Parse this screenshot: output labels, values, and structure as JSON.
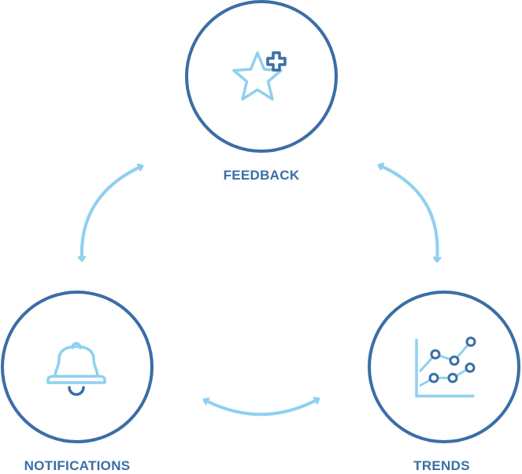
{
  "nodes": {
    "feedback": {
      "label": "FEEDBACK",
      "icon": "star-plus-icon"
    },
    "notifications": {
      "label": "NOTIFICATIONS",
      "icon": "bell-icon"
    },
    "trends": {
      "label": "TRENDS",
      "icon": "line-chart-icon"
    }
  },
  "colors": {
    "circle_stroke": "#3a6ea5",
    "icon_light": "#8fd0ef",
    "icon_dark": "#3a6ea5",
    "arrow": "#8fd0ef",
    "label": "#3a6ea5"
  }
}
